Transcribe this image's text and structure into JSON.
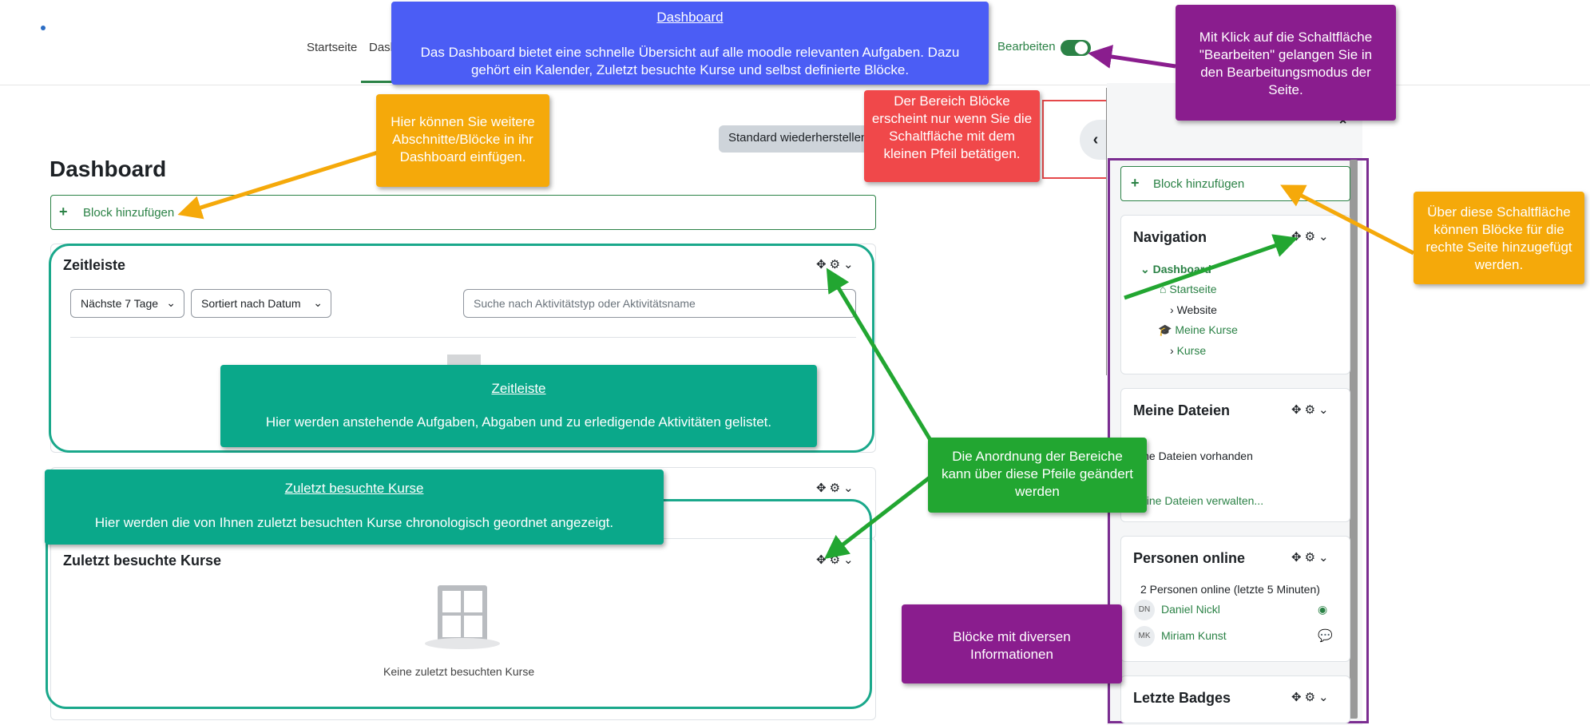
{
  "nav": {
    "items": [
      "Startseite",
      "Dash"
    ],
    "edit_label": "Bearbeiten"
  },
  "main": {
    "title": "Dashboard",
    "reset_button": "Standard wiederherstellen",
    "add_block": "Block hinzufügen",
    "timeline": {
      "title": "Zeitleiste",
      "filter_days": "Nächste 7 Tage",
      "sort": "Sortiert nach Datum",
      "search_placeholder": "Suche nach Aktivitätstyp oder Aktivitätsname"
    },
    "recent_courses": {
      "title": "Zuletzt besuchte Kurse",
      "empty": "Keine zuletzt besuchten Kurse"
    }
  },
  "drawer": {
    "add_block": "Block hinzufügen",
    "navigation": {
      "title": "Navigation",
      "items": [
        "Dashboard",
        "Startseite",
        "Website",
        "Meine Kurse",
        "Kurse"
      ]
    },
    "files": {
      "title": "Meine Dateien",
      "empty": "ine Dateien vorhanden",
      "manage": "eine Dateien verwalten..."
    },
    "online": {
      "title": "Personen online",
      "summary": "2 Personen online (letzte 5 Minuten)",
      "users": [
        {
          "initials": "DN",
          "name": "Daniel Nickl"
        },
        {
          "initials": "MK",
          "name": "Miriam Kunst"
        }
      ]
    },
    "badges": {
      "title": "Letzte Badges"
    }
  },
  "annotations": {
    "dashboard": {
      "title": "Dashboard",
      "text": "Das Dashboard bietet eine schnelle Übersicht auf alle moodle relevanten Aufgaben. Dazu gehört ein Kalender, Zuletzt besuchte Kurse und selbst definierte Blöcke."
    },
    "edit": "Mit Klick auf die Schaltfläche \"Bearbeiten\" gelangen Sie in den Bearbeitungsmodus der Seite.",
    "add_sections": "Hier können Sie weitere Abschnitte/Blöcke in ihr Dashboard einfügen.",
    "blocks_area": "Der Bereich Blöcke erscheint nur wenn Sie die Schaltfläche mit dem kleinen Pfeil betätigen.",
    "right_add": "Über diese Schaltfläche können Blöcke für die rechte Seite hinzugefügt werden.",
    "timeline": {
      "title": "Zeitleiste",
      "text": "Hier werden anstehende Aufgaben, Abgaben und zu erledigende Aktivitäten gelistet."
    },
    "recent": {
      "title": "Zuletzt besuchte Kurse",
      "text": "Hier werden die von Ihnen zuletzt besuchten Kurse chronologisch geordnet angezeigt."
    },
    "arrange": "Die Anordnung der Bereiche kann über diese Pfeile geändert werden",
    "info_blocks": "Blöcke mit diversen Informationen"
  },
  "colors": {
    "accent_green": "#2b8246",
    "annotation_purple": "#8a1d8e",
    "annotation_teal": "#0aa88a"
  }
}
